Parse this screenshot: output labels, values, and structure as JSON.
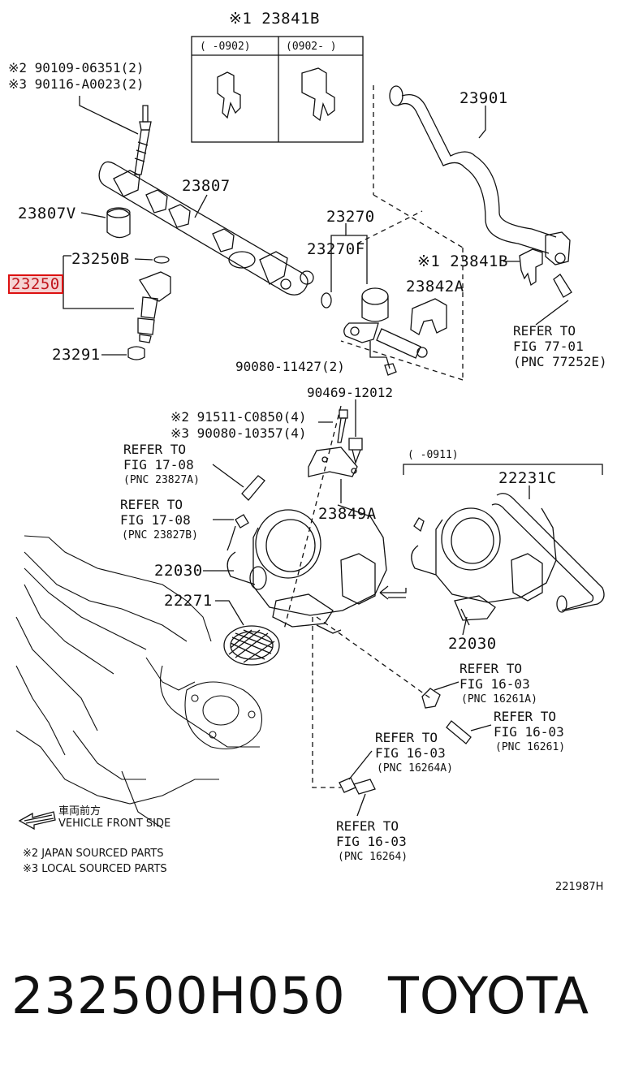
{
  "labels": {
    "l23841b_top": "※1 23841B",
    "range_a": "(    -0902)",
    "range_b": "(0902-     )",
    "l90109": "※2 90109-06351(2)",
    "l90116": "※3 90116-A0023(2)",
    "l23807": "23807",
    "l23807v": "23807V",
    "l23250b": "23250B",
    "l23250": "23250",
    "l23291": "23291",
    "l23270": "23270",
    "l23270f": "23270F",
    "l23901": "23901",
    "l23841b_mid": "※1 23841B",
    "l23842a": "23842A",
    "ref77_1": "REFER TO",
    "ref77_2": "FIG 77-01",
    "ref77_3": "(PNC 77252E)",
    "l90080_11427": "90080-11427(2)",
    "l90469": "90469-12012",
    "l91511": "※2 91511-C0850(4)",
    "l90080_10357": "※3 90080-10357(4)",
    "ref1708a_1": "REFER TO",
    "ref1708a_2": "FIG 17-08",
    "ref1708a_3": "(PNC 23827A)",
    "ref1708b_1": "REFER TO",
    "ref1708b_2": "FIG 17-08",
    "ref1708b_3": "(PNC 23827B)",
    "l23849a": "23849A",
    "range_c": "(    -0911)",
    "l22231c": "22231C",
    "l22030_left": "22030",
    "l22271": "22271",
    "l22030_right": "22030",
    "ref16261a_1": "REFER TO",
    "ref16261a_2": "FIG 16-03",
    "ref16261a_3": "(PNC 16261A)",
    "ref16261_1": "REFER TO",
    "ref16261_2": "FIG 16-03",
    "ref16261_3": "(PNC 16261)",
    "ref16264a_1": "REFER TO",
    "ref16264a_2": "FIG 16-03",
    "ref16264a_3": "(PNC 16264A)",
    "ref16264_1": "REFER TO",
    "ref16264_2": "FIG 16-03",
    "ref16264_3": "(PNC 16264)",
    "front_jp": "車両前方",
    "front_en": "VEHICLE FRONT SIDE",
    "note2": "※2 JAPAN SOURCED PARTS",
    "note3": "※3 LOCAL SOURCED PARTS",
    "fig_id": "221987H"
  },
  "footer": {
    "part_number": "232500H050",
    "brand": "TOYOTA"
  },
  "highlight_color": "#d11a1a"
}
